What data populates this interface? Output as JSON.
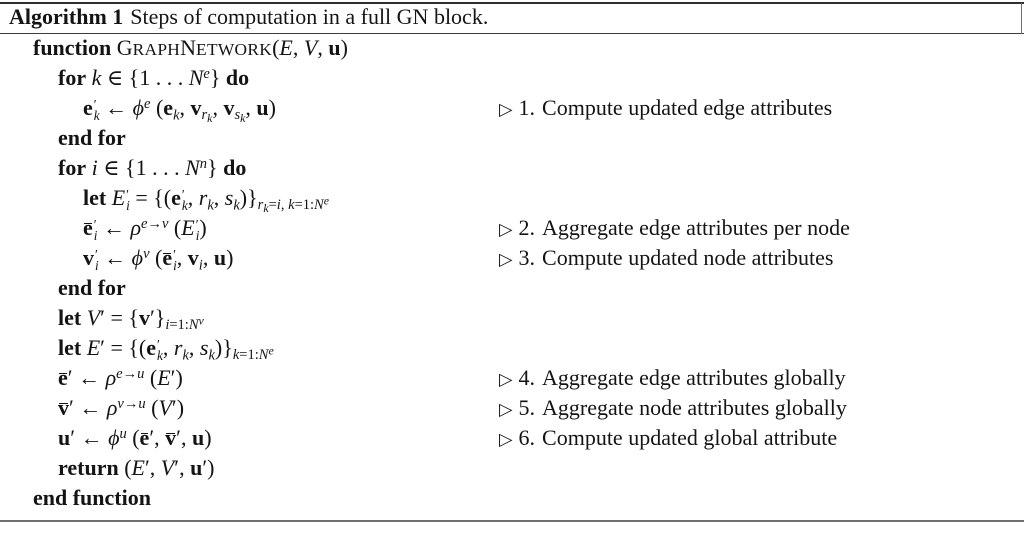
{
  "header": {
    "label": "Algorithm 1",
    "caption": "Steps of computation in a full GN block."
  },
  "comment_marker": "▷",
  "colors": {
    "text": "#141414",
    "rule_top": "#2e2e2e",
    "rule_header": "#3d3d3d",
    "rule_bottom": "#6f6f6f"
  },
  "algorithm": {
    "lines": [
      {
        "indent": 0,
        "html": "<b>function</b> G<span class='smcp'>RAPH</span>N<span class='smcp'>ETWORK</span>(<i>E</i>, <i>V</i>, <span class='m'>u</span>)",
        "comment": null
      },
      {
        "indent": 1,
        "html": "<b>for</b> <i>k</i> ∈ {1 . . . <i>N</i><sup><i>e</i></sup>} <b>do</b>",
        "comment": null
      },
      {
        "indent": 2,
        "html": "<span class='m'>e</span><span class='ss'><span>′</span><span><i>k</i></span></span> ← <i>ϕ</i><sup><i>e</i></sup> (<span class='m'>e</span><sub><i>k</i></sub>, <span class='m'>v</span><sub><i>r</i><sub><i>k</i></sub></sub>, <span class='m'>v</span><sub><i>s</i><sub><i>k</i></sub></sub>, <span class='m'>u</span>)",
        "comment": {
          "num": "1.",
          "text": "Compute updated edge attributes"
        }
      },
      {
        "indent": 1,
        "html": "<b>end for</b>",
        "comment": null
      },
      {
        "indent": 1,
        "html": "<b>for</b> <i>i</i> ∈ {1 . . . <i>N</i><sup><i>n</i></sup>} <b>do</b>",
        "comment": null
      },
      {
        "indent": 2,
        "html": "<b>let</b> <i>E</i><span class='ss'><span>′</span><span><i>i</i></span></span> = {(<span class='m'>e</span><span class='ss'><span>′</span><span><i>k</i></span></span>, <i>r</i><sub><i>k</i></sub>, <i>s</i><sub><i>k</i></sub>)}<sub><i>r</i><sub><i>k</i></sub>=<i>i</i>, <i>k</i>=1:<i>N</i><sup><i>e</i></sup></sub>",
        "comment": null
      },
      {
        "indent": 2,
        "html": "<span class='bar'><span class='m'>e</span></span><span class='ss'><span>′</span><span><i>i</i></span></span> ← <i>ρ</i><sup><i>e</i>→<i>v</i></sup> (<i>E</i><span class='ss'><span>′</span><span><i>i</i></span></span>)",
        "comment": {
          "num": "2.",
          "text": "Aggregate edge attributes per node"
        }
      },
      {
        "indent": 2,
        "html": "<span class='m'>v</span><span class='ss'><span>′</span><span><i>i</i></span></span> ← <i>ϕ</i><sup><i>v</i></sup> (<span class='bar'><span class='m'>e</span></span><span class='ss'><span>′</span><span><i>i</i></span></span>, <span class='m'>v</span><sub><i>i</i></sub>, <span class='m'>u</span>)",
        "comment": {
          "num": "3.",
          "text": "Compute updated node attributes"
        }
      },
      {
        "indent": 1,
        "html": "<b>end for</b>",
        "comment": null
      },
      {
        "indent": 1,
        "html": "<b>let</b> <i>V</i>′ = {<span class='m'>v</span>′}<sub><i>i</i>=1:<i>N</i><sup><i>v</i></sup></sub>",
        "comment": null
      },
      {
        "indent": 1,
        "html": "<b>let</b> <i>E</i>′ = {(<span class='m'>e</span><span class='ss'><span>′</span><span><i>k</i></span></span>, <i>r</i><sub><i>k</i></sub>, <i>s</i><sub><i>k</i></sub>)}<sub><i>k</i>=1:<i>N</i><sup><i>e</i></sup></sub>",
        "comment": null
      },
      {
        "indent": 1,
        "html": "<span class='bar'><span class='m'>e</span></span>′ ← <i>ρ</i><sup><i>e</i>→<i>u</i></sup> (<i>E</i>′)",
        "comment": {
          "num": "4.",
          "text": "Aggregate edge attributes globally"
        }
      },
      {
        "indent": 1,
        "html": "<span class='bar'><span class='m'>v</span></span>′ ← <i>ρ</i><sup><i>v</i>→<i>u</i></sup> (<i>V</i>′)",
        "comment": {
          "num": "5.",
          "text": "Aggregate node attributes globally"
        }
      },
      {
        "indent": 1,
        "html": "<span class='m'>u</span>′ ← <i>ϕ</i><sup><i>u</i></sup> (<span class='bar'><span class='m'>e</span></span>′, <span class='bar'><span class='m'>v</span></span>′, <span class='m'>u</span>)",
        "comment": {
          "num": "6.",
          "text": "Compute updated global attribute"
        }
      },
      {
        "indent": 1,
        "html": "<b>return</b> (<i>E</i>′, <i>V</i>′, <span class='m'>u</span>′)",
        "comment": null
      },
      {
        "indent": 0,
        "html": "<b>end function</b>",
        "comment": null
      }
    ]
  }
}
